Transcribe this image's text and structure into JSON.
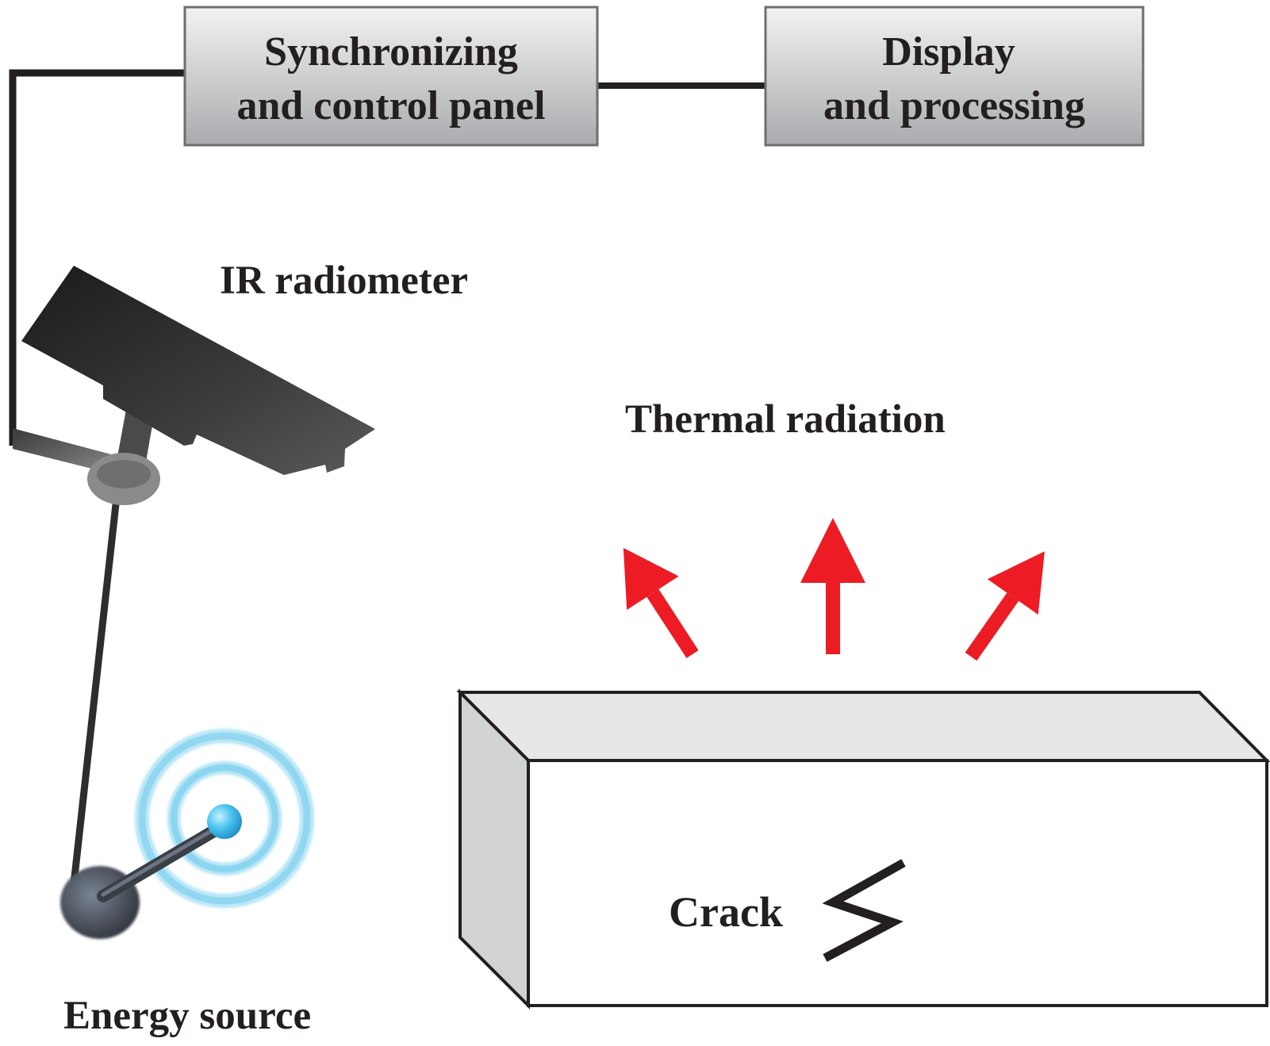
{
  "blocks": {
    "sync_line1": "Synchronizing",
    "sync_line2": "and control panel",
    "display_line1": "Display",
    "display_line2": "and processing"
  },
  "labels": {
    "ir_radiometer": "IR radiometer",
    "thermal_radiation": "Thermal radiation",
    "energy_source": "Energy source",
    "crack": "Crack"
  },
  "colors": {
    "box_border": "#6d6e71",
    "wire": "#231f20",
    "arrow": "#ed1c24",
    "waves": "#7fd0ef",
    "specimen_top": "#e6e6e7",
    "specimen_side": "#d1d2d4"
  },
  "icons": [
    "ir-camera-icon",
    "energy-source-icon",
    "crack-icon",
    "radiation-arrow-icon"
  ]
}
